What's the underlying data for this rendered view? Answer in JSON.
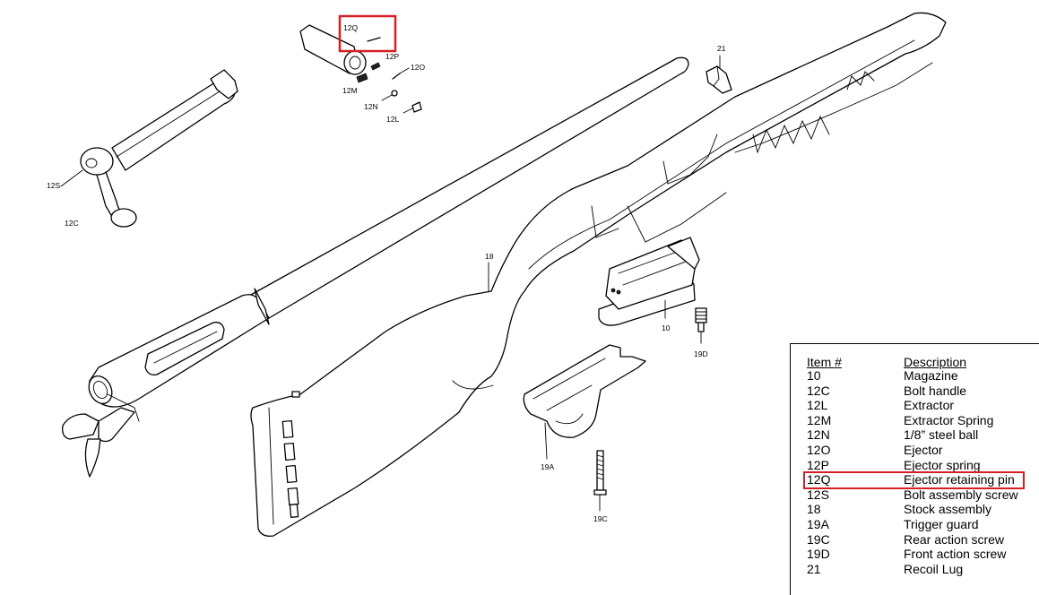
{
  "callouts": {
    "c12Q": "12Q",
    "c12P": "12P",
    "c12O": "12O",
    "c12M": "12M",
    "c12N": "12N",
    "c12L": "12L",
    "c12S": "12S",
    "c12C": "12C",
    "c21": "21",
    "c18": "18",
    "c10": "10",
    "c19D": "19D",
    "c19A": "19A",
    "c19C": "19C"
  },
  "highlight_color": "#d32026",
  "legend": {
    "header_item": "Item #",
    "header_desc": "Description",
    "highlighted_item": "12Q",
    "rows": [
      {
        "item": "10",
        "desc": "Magazine"
      },
      {
        "item": "12C",
        "desc": "Bolt handle"
      },
      {
        "item": "12L",
        "desc": "Extractor"
      },
      {
        "item": "12M",
        "desc": "Extractor Spring"
      },
      {
        "item": "12N",
        "desc": "1/8” steel ball"
      },
      {
        "item": "12O",
        "desc": "Ejector"
      },
      {
        "item": "12P",
        "desc": "Ejector spring"
      },
      {
        "item": "12Q",
        "desc": "Ejector retaining pin"
      },
      {
        "item": "12S",
        "desc": "Bolt assembly screw"
      },
      {
        "item": "18",
        "desc": "Stock assembly"
      },
      {
        "item": "19A",
        "desc": "Trigger guard"
      },
      {
        "item": "19C",
        "desc": "Rear action screw"
      },
      {
        "item": "19D",
        "desc": "Front action screw"
      },
      {
        "item": "21",
        "desc": "Recoil Lug"
      }
    ]
  }
}
